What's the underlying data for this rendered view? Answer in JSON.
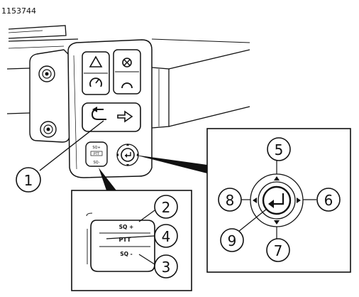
{
  "figure": {
    "reference_id": "1153744",
    "callouts": {
      "c1": "1",
      "c2": "2",
      "c3": "3",
      "c4": "4",
      "c5": "5",
      "c6": "6",
      "c7": "7",
      "c8": "8",
      "c9": "9"
    },
    "rocker_labels": {
      "top": "SQ +",
      "mid": "PTT",
      "bottom": "SQ -"
    },
    "small_rocker_labels": {
      "top": "SQ+",
      "mid": "PTT",
      "bottom": "SQ-"
    }
  }
}
